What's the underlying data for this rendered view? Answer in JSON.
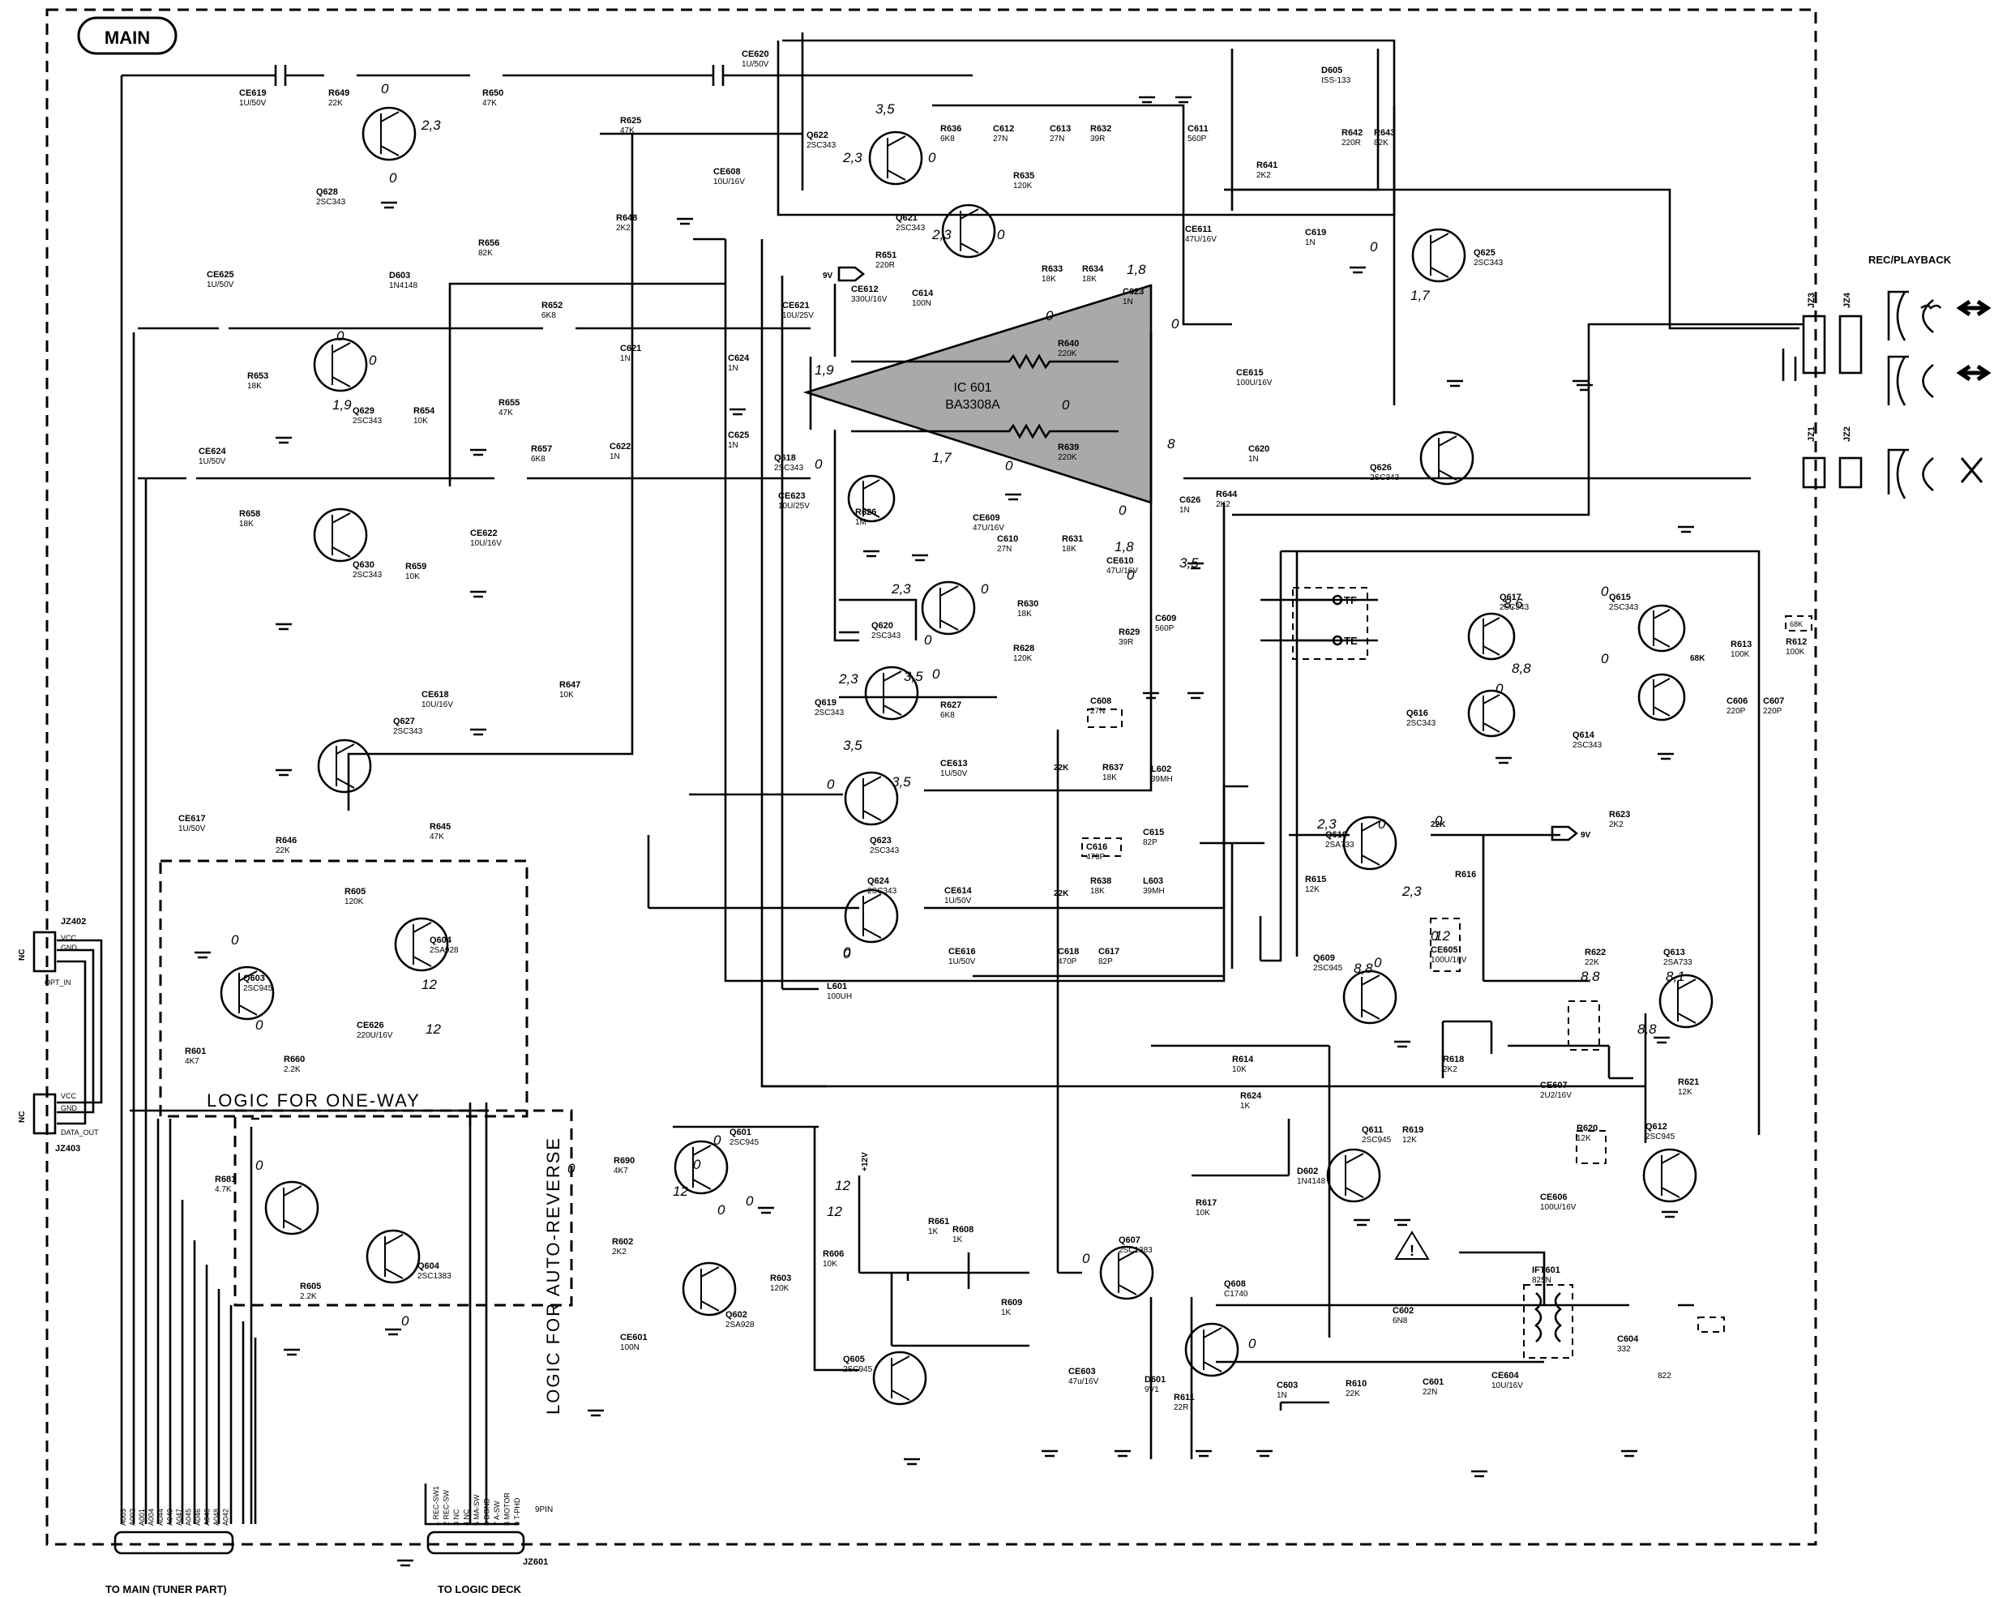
{
  "title": "MAIN",
  "ic": {
    "ref": "IC 601",
    "part": "BA3308A"
  },
  "blocks": {
    "one_way": "LOGIC FOR ONE-WAY",
    "auto_reverse": "LOGIC FOR AUTO-REVERSE"
  },
  "connectors": {
    "jz402": {
      "ref": "JZ402",
      "pins": [
        "VCC",
        "GND",
        "OPT_IN"
      ],
      "nc": "NC"
    },
    "jz403": {
      "ref": "JZ403",
      "pins": [
        "VCC",
        "GND",
        "DATA_OUT"
      ],
      "nc": "NC"
    },
    "jz601": {
      "ref": "JZ601",
      "count": "9PIN",
      "pins": [
        "1 REC-SW1",
        "2 REC-SW",
        "3 NC",
        "4 NC",
        "5 MA-SW",
        "6 DGND",
        "7 A-SW",
        "8 MOTOR",
        "9 T-PHD"
      ]
    },
    "tuner_pins": [
      "A003",
      "A002",
      "A001",
      "A004",
      "A044",
      "A049",
      "A047",
      "A045",
      "A046",
      "A043",
      "A048",
      "A042"
    ],
    "jz1": "JZ1",
    "jz2": "JZ2",
    "jz3": "JZ3",
    "jz4": "JZ4"
  },
  "bottom_labels": {
    "tuner": "TO MAIN (TUNER PART)",
    "logic": "TO LOGIC DECK"
  },
  "rec_playback": "REC/PLAYBACK",
  "tf": "TF",
  "te": "TE",
  "supply": {
    "v9": "9V",
    "v12": "+12V",
    "v9b": "9V"
  },
  "components": [
    {
      "ref": "CE619",
      "val": "1U/50V"
    },
    {
      "ref": "R649",
      "val": "22K"
    },
    {
      "ref": "R650",
      "val": "47K"
    },
    {
      "ref": "CE620",
      "val": "1U/50V"
    },
    {
      "ref": "Q628",
      "val": "2SC343"
    },
    {
      "ref": "R625",
      "val": "47K"
    },
    {
      "ref": "CE608",
      "val": "10U/16V"
    },
    {
      "ref": "Q622",
      "val": "2SC343"
    },
    {
      "ref": "R636",
      "val": "6K8"
    },
    {
      "ref": "C612",
      "val": "27N"
    },
    {
      "ref": "C613",
      "val": "27N"
    },
    {
      "ref": "R632",
      "val": "39R"
    },
    {
      "ref": "R635",
      "val": "120K"
    },
    {
      "ref": "C611",
      "val": "560P"
    },
    {
      "ref": "D605",
      "val": "ISS-133"
    },
    {
      "ref": "R642",
      "val": "220R"
    },
    {
      "ref": "R643",
      "val": "82K"
    },
    {
      "ref": "R641",
      "val": "2K2"
    },
    {
      "ref": "R648",
      "val": "2K2"
    },
    {
      "ref": "Q621",
      "val": "2SC343"
    },
    {
      "ref": "CE611",
      "val": "47U/16V"
    },
    {
      "ref": "C619",
      "val": "1N"
    },
    {
      "ref": "Q625",
      "val": "2SC343"
    },
    {
      "ref": "R656",
      "val": "82K"
    },
    {
      "ref": "D603",
      "val": "1N4148"
    },
    {
      "ref": "R651",
      "val": "220R"
    },
    {
      "ref": "CE612",
      "val": "330U/16V"
    },
    {
      "ref": "C614",
      "val": "100N"
    },
    {
      "ref": "R633",
      "val": "18K"
    },
    {
      "ref": "R634",
      "val": "18K"
    },
    {
      "ref": "C623",
      "val": "1N"
    },
    {
      "ref": "CE625",
      "val": "1U/50V"
    },
    {
      "ref": "CE621",
      "val": "10U/25V"
    },
    {
      "ref": "R652",
      "val": "6K8"
    },
    {
      "ref": "C621",
      "val": "1N"
    },
    {
      "ref": "R640",
      "val": "220K"
    },
    {
      "ref": "CE615",
      "val": "100U/16V"
    },
    {
      "ref": "R653",
      "val": "18K"
    },
    {
      "ref": "Q629",
      "val": "2SC343"
    },
    {
      "ref": "R654",
      "val": "10K"
    },
    {
      "ref": "R655",
      "val": "47K"
    },
    {
      "ref": "C624",
      "val": "1N"
    },
    {
      "ref": "C625",
      "val": "1N"
    },
    {
      "ref": "R639",
      "val": "220K"
    },
    {
      "ref": "C620",
      "val": "1N"
    },
    {
      "ref": "Q626",
      "val": "2SC343"
    },
    {
      "ref": "CE624",
      "val": "1U/50V"
    },
    {
      "ref": "R657",
      "val": "6K8"
    },
    {
      "ref": "C622",
      "val": "1N"
    },
    {
      "ref": "Q618",
      "val": "2SC343"
    },
    {
      "ref": "CE623",
      "val": "10U/25V"
    },
    {
      "ref": "R626",
      "val": "1M"
    },
    {
      "ref": "CE609",
      "val": "47U/16V"
    },
    {
      "ref": "R644",
      "val": "2K2"
    },
    {
      "ref": "C626",
      "val": "1N"
    },
    {
      "ref": "R658",
      "val": "18K"
    },
    {
      "ref": "Q630",
      "val": "2SC343"
    },
    {
      "ref": "R659",
      "val": "10K"
    },
    {
      "ref": "CE622",
      "val": "10U/16V"
    },
    {
      "ref": "C610",
      "val": "27N"
    },
    {
      "ref": "R631",
      "val": "18K"
    },
    {
      "ref": "CE610",
      "val": "47U/16V"
    },
    {
      "ref": "Q620",
      "val": "2SC343"
    },
    {
      "ref": "R630",
      "val": "18K"
    },
    {
      "ref": "R629",
      "val": "39R"
    },
    {
      "ref": "C609",
      "val": "560P"
    },
    {
      "ref": "Q617",
      "val": "2SC343"
    },
    {
      "ref": "Q615",
      "val": "2SC343"
    },
    {
      "ref": "R613",
      "val": "100K"
    },
    {
      "ref": "R612",
      "val": "100K"
    },
    {
      "ref": "CE618",
      "val": "10U/16V"
    },
    {
      "ref": "R647",
      "val": "10K"
    },
    {
      "ref": "R628",
      "val": "120K"
    },
    {
      "ref": "Q619",
      "val": "2SC343"
    },
    {
      "ref": "R627",
      "val": "6K8"
    },
    {
      "ref": "C608",
      "val": "27N"
    },
    {
      "ref": "Q616",
      "val": "2SC343"
    },
    {
      "ref": "Q614",
      "val": "2SC343"
    },
    {
      "ref": "C606",
      "val": "220P"
    },
    {
      "ref": "C607",
      "val": "220P"
    },
    {
      "ref": "Q627",
      "val": "2SC343"
    },
    {
      "ref": "CE613",
      "val": "1U/50V"
    },
    {
      "ref": "R637",
      "val": "18K"
    },
    {
      "ref": "L602",
      "val": "39MH"
    },
    {
      "ref": "Q623",
      "val": "2SC343"
    },
    {
      "ref": "C616",
      "val": "470P"
    },
    {
      "ref": "C615",
      "val": "82P"
    },
    {
      "ref": "CE617",
      "val": "1U/50V"
    },
    {
      "ref": "R646",
      "val": "22K"
    },
    {
      "ref": "R645",
      "val": "47K"
    },
    {
      "ref": "Q610",
      "val": "2SA733"
    },
    {
      "ref": "R623",
      "val": "2K2"
    },
    {
      "ref": "R605",
      "val": "120K"
    },
    {
      "ref": "Q604",
      "val": "2SA928"
    },
    {
      "ref": "Q624",
      "val": "2SC343"
    },
    {
      "ref": "CE614",
      "val": "1U/50V"
    },
    {
      "ref": "R638",
      "val": "18K"
    },
    {
      "ref": "L603",
      "val": "39MH"
    },
    {
      "ref": "R616",
      "val": ""
    },
    {
      "ref": "R615",
      "val": "12K"
    },
    {
      "ref": "CE605",
      "val": "100U/16V"
    },
    {
      "ref": "Q609",
      "val": "2SC945"
    },
    {
      "ref": "C618",
      "val": "470P"
    },
    {
      "ref": "C617",
      "val": "82P"
    },
    {
      "ref": "R622",
      "val": "22K"
    },
    {
      "ref": "Q613",
      "val": "2SA733"
    },
    {
      "ref": "Q603",
      "val": "2SC945"
    },
    {
      "ref": "CE616",
      "val": "1U/50V"
    },
    {
      "ref": "R601",
      "val": "4K7"
    },
    {
      "ref": "CE626",
      "val": "220U/16V"
    },
    {
      "ref": "R660",
      "val": "2.2K"
    },
    {
      "ref": "R614",
      "val": "10K"
    },
    {
      "ref": "R618",
      "val": "2K2"
    },
    {
      "ref": "CE607",
      "val": "2U2/16V"
    },
    {
      "ref": "R621",
      "val": "12K"
    },
    {
      "ref": "R624",
      "val": "1K"
    },
    {
      "ref": "Q611",
      "val": "2SC945"
    },
    {
      "ref": "R619",
      "val": "12K"
    },
    {
      "ref": "R620",
      "val": "12K"
    },
    {
      "ref": "Q612",
      "val": "2SC945"
    },
    {
      "ref": "D602",
      "val": "1N4148"
    },
    {
      "ref": "Q601",
      "val": "2SC945"
    },
    {
      "ref": "R681",
      "val": "4.7K"
    },
    {
      "ref": "R690",
      "val": "4K7"
    },
    {
      "ref": "R617",
      "val": "10K"
    },
    {
      "ref": "CE606",
      "val": "100U/16V"
    },
    {
      "ref": "Q604",
      "val": "2SC1383"
    },
    {
      "ref": "L601",
      "val": "100UH"
    },
    {
      "ref": "R661",
      "val": "1K"
    },
    {
      "ref": "R608",
      "val": "1K"
    },
    {
      "ref": "R602",
      "val": "2K2"
    },
    {
      "ref": "R606",
      "val": "10K"
    },
    {
      "ref": "R603",
      "val": "120K"
    },
    {
      "ref": "Q607",
      "val": "2SC1383"
    },
    {
      "ref": "Q608",
      "val": "C1740"
    },
    {
      "ref": "IFT601",
      "val": "825N"
    },
    {
      "ref": "R605",
      "val": "2.2K"
    },
    {
      "ref": "R609",
      "val": "1K"
    },
    {
      "ref": "C602",
      "val": "6N8"
    },
    {
      "ref": "C604",
      "val": "332"
    },
    {
      "ref": "CE601",
      "val": "100N"
    },
    {
      "ref": "Q602",
      "val": "2SA928"
    },
    {
      "ref": "Q605",
      "val": "2SC945"
    },
    {
      "ref": "CE603",
      "val": "47u/16V"
    },
    {
      "ref": "D601",
      "val": "9V1"
    },
    {
      "ref": "R611",
      "val": "22R"
    },
    {
      "ref": "C603",
      "val": "1N"
    },
    {
      "ref": "R610",
      "val": "22K"
    },
    {
      "ref": "C601",
      "val": "22N"
    },
    {
      "ref": "CE604",
      "val": "10U/16V"
    }
  ],
  "volts": [
    "0",
    "2,3",
    "0",
    "3,5",
    "2,3",
    "0",
    "2,3",
    "0",
    "1,8",
    "0",
    "0",
    "1,7",
    "0",
    "0",
    "1,9",
    "1,9",
    "0",
    "1,7",
    "0",
    "0",
    "0",
    "0",
    "8",
    "0",
    "1,8",
    "2,3",
    "0",
    "0",
    "0",
    "2,3",
    "3,5",
    "3,5",
    "3,5",
    "0",
    "3,5",
    "0",
    "0",
    "2,3",
    "0",
    "0",
    "2,3",
    "0",
    "8,8",
    "8,6",
    "8,8",
    "0",
    "0",
    "0",
    "0",
    "12",
    "12",
    "8,8",
    "8,1",
    "8,8",
    "12",
    "0",
    "0",
    "0",
    "0",
    "0",
    "12",
    "12",
    "0",
    "0",
    "12",
    "0",
    "0",
    "0",
    "0"
  ],
  "extras": {
    "k22a": "22K",
    "k22b": "22K",
    "k22c": "22K",
    "k68": "68K",
    "k68b": "68K",
    "n822": "822"
  }
}
